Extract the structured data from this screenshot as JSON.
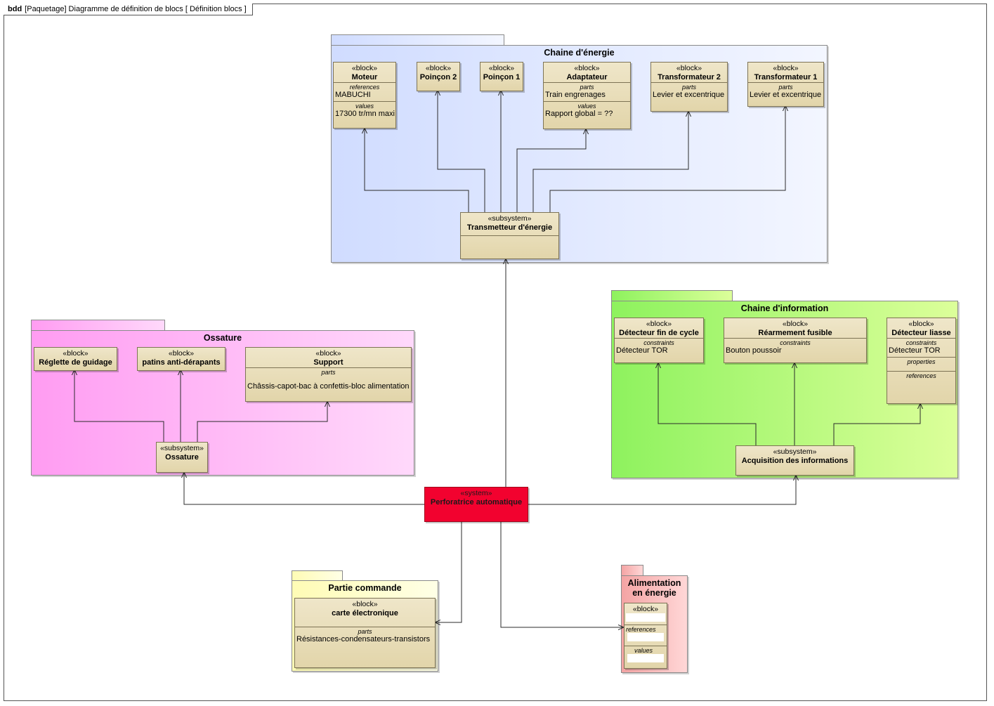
{
  "frame": {
    "kind": "bdd",
    "label": "[Paquetage] Diagramme de définition de blocs [ Définition blocs ]"
  },
  "packages": {
    "energie": "Chaine d'énergie",
    "ossature": "Ossature",
    "information": "Chaine d'information",
    "commande": "Partie commande",
    "alimentation": "Alimentation en énergie"
  },
  "blocks": {
    "moteur": {
      "stereotype": "«block»",
      "name": "Moteur",
      "references_label": "references",
      "references_value": "MABUCHI",
      "values_label": "values",
      "values_value": "17300 tr/mn maxi"
    },
    "poincon2": {
      "stereotype": "«block»",
      "name": "Poinçon 2"
    },
    "poincon1": {
      "stereotype": "«block»",
      "name": "Poinçon 1"
    },
    "adaptateur": {
      "stereotype": "«block»",
      "name": "Adaptateur",
      "parts_label": "parts",
      "parts_value": "Train engrenages",
      "values_label": "values",
      "values_value": "Rapport global = ??"
    },
    "transfo2": {
      "stereotype": "«block»",
      "name": "Transformateur 2",
      "parts_label": "parts",
      "parts_value": "Levier et excentrique"
    },
    "transfo1": {
      "stereotype": "«block»",
      "name": "Transformateur 1",
      "parts_label": "parts",
      "parts_value": "Levier et excentrique"
    },
    "transmetteur": {
      "stereotype": "«subsystem»",
      "name": "Transmetteur d'énergie"
    },
    "reglette": {
      "stereotype": "«block»",
      "name": "Réglette de guidage"
    },
    "patins": {
      "stereotype": "«block»",
      "name": "patins anti-dérapants"
    },
    "support": {
      "stereotype": "«block»",
      "name": "Support",
      "parts_label": "parts",
      "parts_value": "Châssis-capot-bac à confettis-bloc alimentation"
    },
    "ossature_sub": {
      "stereotype": "«subsystem»",
      "name": "Ossature"
    },
    "detecteur_fin": {
      "stereotype": "«block»",
      "name": "Détecteur fin de cycle",
      "constraints_label": "constraints",
      "constraints_value": "Détecteur TOR"
    },
    "rearmement": {
      "stereotype": "«block»",
      "name": "Réarmement fusible",
      "constraints_label": "constraints",
      "constraints_value": "Bouton poussoir"
    },
    "detecteur_liasse": {
      "stereotype": "«block»",
      "name": "Détecteur liasse",
      "constraints_label": "constraints",
      "constraints_value": "Détecteur TOR",
      "properties_label": "properties",
      "references_label": "references"
    },
    "acquisition": {
      "stereotype": "«subsystem»",
      "name": "Acquisition des informations"
    },
    "perforatrice": {
      "stereotype": "«system»",
      "name": "Perforatrice automatique"
    },
    "carte": {
      "stereotype": "«block»",
      "name": "carte électronique",
      "parts_label": "parts",
      "parts_value": "Résistances-condensateurs-transistors"
    },
    "alim_block": {
      "stereotype": "«block»",
      "references_label": "references",
      "values_label": "values"
    }
  },
  "colors": {
    "system_fill": "#f2022f",
    "block_fill": "#e8dcb8",
    "energie_fill": "#d0dcff",
    "ossature_fill": "#ff9cf2",
    "information_fill": "#8ef25e",
    "commande_fill": "#fffcb5",
    "alimentation_fill": "#f4a4a4"
  }
}
